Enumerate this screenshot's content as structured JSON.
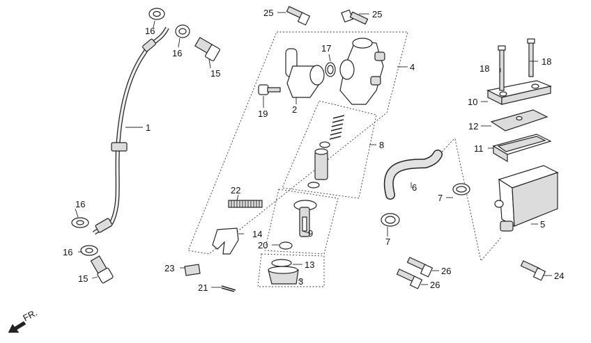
{
  "diagram": {
    "callouts": [
      {
        "id": "c1",
        "text": "1"
      },
      {
        "id": "c2",
        "text": "2"
      },
      {
        "id": "c3",
        "text": "3"
      },
      {
        "id": "c4",
        "text": "4"
      },
      {
        "id": "c5",
        "text": "5"
      },
      {
        "id": "c6",
        "text": "6"
      },
      {
        "id": "c7a",
        "text": "7"
      },
      {
        "id": "c7b",
        "text": "7"
      },
      {
        "id": "c8",
        "text": "8"
      },
      {
        "id": "c9",
        "text": "9"
      },
      {
        "id": "c10",
        "text": "10"
      },
      {
        "id": "c11",
        "text": "11"
      },
      {
        "id": "c12",
        "text": "12"
      },
      {
        "id": "c13",
        "text": "13"
      },
      {
        "id": "c14",
        "text": "14"
      },
      {
        "id": "c15a",
        "text": "15"
      },
      {
        "id": "c15b",
        "text": "15"
      },
      {
        "id": "c16a",
        "text": "16"
      },
      {
        "id": "c16b",
        "text": "16"
      },
      {
        "id": "c16c",
        "text": "16"
      },
      {
        "id": "c16d",
        "text": "16"
      },
      {
        "id": "c17",
        "text": "17"
      },
      {
        "id": "c18a",
        "text": "18"
      },
      {
        "id": "c18b",
        "text": "18"
      },
      {
        "id": "c19",
        "text": "19"
      },
      {
        "id": "c20",
        "text": "20"
      },
      {
        "id": "c21",
        "text": "21"
      },
      {
        "id": "c22",
        "text": "22"
      },
      {
        "id": "c23",
        "text": "23"
      },
      {
        "id": "c24",
        "text": "24"
      },
      {
        "id": "c25a",
        "text": "25"
      },
      {
        "id": "c25b",
        "text": "25"
      },
      {
        "id": "c26a",
        "text": "26"
      },
      {
        "id": "c26b",
        "text": "26"
      }
    ],
    "direction_label": "FR."
  }
}
